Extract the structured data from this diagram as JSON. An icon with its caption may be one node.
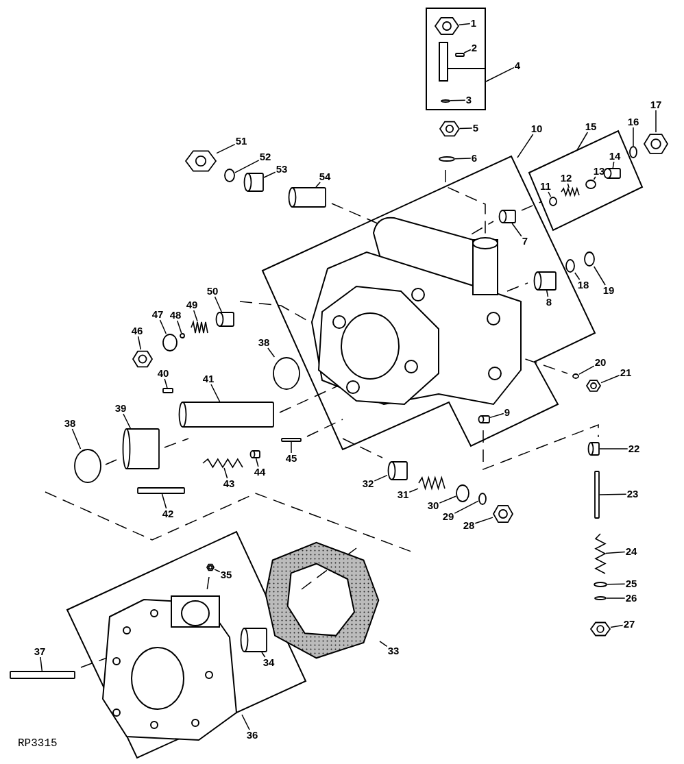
{
  "diagram": {
    "nodes": [
      {
        "text": [
          "1"
        ]
      },
      {
        "text": [
          "2"
        ]
      },
      {
        "text": [
          "3"
        ]
      },
      {
        "text": [
          "4"
        ]
      },
      {
        "text": [
          "5"
        ]
      },
      {
        "text": [
          "6"
        ]
      },
      {
        "text": [
          "7"
        ]
      },
      {
        "text": [
          "8"
        ]
      },
      {
        "text": [
          "9"
        ]
      },
      {
        "text": [
          "10"
        ]
      },
      {
        "text": [
          "11"
        ]
      },
      {
        "text": [
          "12"
        ]
      },
      {
        "text": [
          "13"
        ]
      },
      {
        "text": [
          "14"
        ]
      },
      {
        "text": [
          "15"
        ]
      },
      {
        "text": [
          "16"
        ]
      },
      {
        "text": [
          "17"
        ]
      },
      {
        "text": [
          "18"
        ]
      },
      {
        "text": [
          "19"
        ]
      },
      {
        "text": [
          "20"
        ]
      },
      {
        "text": [
          "21"
        ]
      },
      {
        "text": [
          "22"
        ]
      },
      {
        "text": [
          "23"
        ]
      },
      {
        "text": [
          "24"
        ]
      },
      {
        "text": [
          "25"
        ]
      },
      {
        "text": [
          "26"
        ]
      },
      {
        "text": [
          "27"
        ]
      },
      {
        "text": [
          "28"
        ]
      },
      {
        "text": [
          "29"
        ]
      },
      {
        "text": [
          "30"
        ]
      },
      {
        "text": [
          "31"
        ]
      },
      {
        "text": [
          "32"
        ]
      },
      {
        "text": [
          "33"
        ]
      },
      {
        "text": [
          "34"
        ]
      },
      {
        "text": [
          "35"
        ]
      },
      {
        "text": [
          "36"
        ]
      },
      {
        "text": [
          "37"
        ]
      },
      {
        "text": [
          "38"
        ]
      },
      {
        "text": [
          "38"
        ]
      },
      {
        "text": [
          "39"
        ]
      },
      {
        "text": [
          "40"
        ]
      },
      {
        "text": [
          "41"
        ]
      },
      {
        "text": [
          "42"
        ]
      },
      {
        "text": [
          "43"
        ]
      },
      {
        "text": [
          "44"
        ]
      },
      {
        "text": [
          "45"
        ]
      },
      {
        "text": [
          "46"
        ]
      },
      {
        "text": [
          "47"
        ]
      },
      {
        "text": [
          "48"
        ]
      },
      {
        "text": [
          "49"
        ]
      },
      {
        "text": [
          "50"
        ]
      },
      {
        "text": [
          "51"
        ]
      },
      {
        "text": [
          "52"
        ]
      },
      {
        "text": [
          "53"
        ]
      },
      {
        "text": [
          "54"
        ]
      },
      {
        "text": [],
        "shape": "hexagon"
      },
      {
        "text": [],
        "shape": "bar"
      },
      {
        "text": [],
        "shape": "ring"
      },
      {
        "text": [],
        "shape": "hexagon"
      },
      {
        "text": [],
        "shape": "ring"
      },
      {
        "text": [],
        "shape": "cylinder"
      },
      {
        "text": [],
        "shape": "cylinder"
      },
      {
        "text": [],
        "shape": "cylinder"
      },
      {
        "text": [],
        "shape": "ring"
      },
      {
        "text": [],
        "shape": "spring"
      },
      {
        "text": [],
        "shape": "ring"
      },
      {
        "text": [],
        "shape": "cylinder"
      },
      {
        "text": [],
        "shape": "ring"
      },
      {
        "text": [],
        "shape": "hexagon"
      },
      {
        "text": [],
        "shape": "ring"
      },
      {
        "text": [],
        "shape": "ring"
      },
      {
        "text": [],
        "shape": "ring"
      },
      {
        "text": [],
        "shape": "hexagon"
      },
      {
        "text": [],
        "shape": "cylinder"
      },
      {
        "text": [],
        "shape": "bar"
      },
      {
        "text": [],
        "shape": "spring"
      },
      {
        "text": [],
        "shape": "ring"
      },
      {
        "text": [],
        "shape": "ring"
      },
      {
        "text": [],
        "shape": "hexagon"
      },
      {
        "text": [],
        "shape": "hexagon"
      },
      {
        "text": [],
        "shape": "ring"
      },
      {
        "text": [],
        "shape": "ring"
      },
      {
        "text": [],
        "shape": "spring"
      },
      {
        "text": [],
        "shape": "cylinder"
      },
      {
        "text": [],
        "shape": "gasket"
      },
      {
        "text": [],
        "shape": "cylinder"
      },
      {
        "text": [],
        "shape": "hexagon"
      },
      {
        "text": [],
        "shape": "bar"
      },
      {
        "text": [],
        "shape": "ring"
      },
      {
        "text": [],
        "shape": "ring"
      },
      {
        "text": [],
        "shape": "cylinder"
      },
      {
        "text": [],
        "shape": "bar"
      },
      {
        "text": [],
        "shape": "cylinder"
      },
      {
        "text": [],
        "shape": "bar"
      },
      {
        "text": [],
        "shape": "spring"
      },
      {
        "text": [],
        "shape": "cylinder"
      },
      {
        "text": [],
        "shape": "bar"
      },
      {
        "text": [],
        "shape": "hexagon"
      },
      {
        "text": [],
        "shape": "ring"
      },
      {
        "text": [],
        "shape": "ring"
      },
      {
        "text": [],
        "shape": "spring"
      },
      {
        "text": [],
        "shape": "cylinder"
      },
      {
        "text": [],
        "shape": "hexagon"
      },
      {
        "text": [],
        "shape": "ring"
      },
      {
        "text": [],
        "shape": "cylinder"
      },
      {
        "text": [],
        "shape": "cylinder"
      }
    ],
    "edges": [
      {
        "from": 0,
        "to": 55,
        "arrow": "none"
      },
      {
        "from": 1,
        "to": 56,
        "arrow": "none"
      },
      {
        "from": 2,
        "to": 57,
        "arrow": "none"
      },
      {
        "from": 3,
        "to": null,
        "arrow": "none"
      },
      {
        "from": 4,
        "to": 58,
        "arrow": "none"
      },
      {
        "from": 5,
        "to": 59,
        "arrow": "none"
      },
      {
        "from": 6,
        "to": 60,
        "arrow": "none"
      },
      {
        "from": 7,
        "to": 61,
        "arrow": "none"
      },
      {
        "from": 8,
        "to": 62,
        "arrow": "none"
      },
      {
        "from": 9,
        "to": null,
        "arrow": "none"
      },
      {
        "from": 10,
        "to": 63,
        "arrow": "none"
      },
      {
        "from": 11,
        "to": 64,
        "arrow": "none"
      },
      {
        "from": 12,
        "to": 65,
        "arrow": "none"
      },
      {
        "from": 13,
        "to": 66,
        "arrow": "none"
      },
      {
        "from": 14,
        "to": null,
        "arrow": "none"
      },
      {
        "from": 15,
        "to": 67,
        "arrow": "none"
      },
      {
        "from": 16,
        "to": 68,
        "arrow": "none"
      },
      {
        "from": 17,
        "to": 69,
        "arrow": "none"
      },
      {
        "from": 18,
        "to": 70,
        "arrow": "none"
      },
      {
        "from": 19,
        "to": 71,
        "arrow": "none"
      },
      {
        "from": 20,
        "to": 72,
        "arrow": "none"
      },
      {
        "from": 21,
        "to": 73,
        "arrow": "none"
      },
      {
        "from": 22,
        "to": 74,
        "arrow": "none"
      },
      {
        "from": 23,
        "to": 75,
        "arrow": "none"
      },
      {
        "from": 24,
        "to": 76,
        "arrow": "none"
      },
      {
        "from": 25,
        "to": 77,
        "arrow": "none"
      },
      {
        "from": 26,
        "to": 78,
        "arrow": "none"
      },
      {
        "from": 27,
        "to": 79,
        "arrow": "none"
      },
      {
        "from": 28,
        "to": 80,
        "arrow": "none"
      },
      {
        "from": 29,
        "to": 81,
        "arrow": "none"
      },
      {
        "from": 30,
        "to": 82,
        "arrow": "none"
      },
      {
        "from": 31,
        "to": 83,
        "arrow": "none"
      },
      {
        "from": 32,
        "to": 84,
        "arrow": "none"
      },
      {
        "from": 33,
        "to": 85,
        "arrow": "none"
      },
      {
        "from": 34,
        "to": 86,
        "arrow": "none"
      },
      {
        "from": 35,
        "to": null,
        "arrow": "none"
      },
      {
        "from": 36,
        "to": 87,
        "arrow": "none"
      },
      {
        "from": 37,
        "to": 88,
        "arrow": "none"
      },
      {
        "from": 38,
        "to": 89,
        "arrow": "none"
      },
      {
        "from": 39,
        "to": 90,
        "arrow": "none"
      },
      {
        "from": 40,
        "to": 91,
        "arrow": "none"
      },
      {
        "from": 41,
        "to": 92,
        "arrow": "none"
      },
      {
        "from": 42,
        "to": 93,
        "arrow": "none"
      },
      {
        "from": 43,
        "to": 94,
        "arrow": "none"
      },
      {
        "from": 44,
        "to": 95,
        "arrow": "none"
      },
      {
        "from": 45,
        "to": 96,
        "arrow": "none"
      },
      {
        "from": 46,
        "to": 97,
        "arrow": "none"
      },
      {
        "from": 47,
        "to": 98,
        "arrow": "none"
      },
      {
        "from": 48,
        "to": 99,
        "arrow": "none"
      },
      {
        "from": 49,
        "to": 100,
        "arrow": "none"
      },
      {
        "from": 50,
        "to": 101,
        "arrow": "none"
      },
      {
        "from": 51,
        "to": 102,
        "arrow": "none"
      },
      {
        "from": 52,
        "to": 103,
        "arrow": "none"
      },
      {
        "from": 53,
        "to": 104,
        "arrow": "none"
      },
      {
        "from": 54,
        "to": 105,
        "arrow": "none"
      }
    ],
    "labels": [
      "RP3315"
    ]
  }
}
